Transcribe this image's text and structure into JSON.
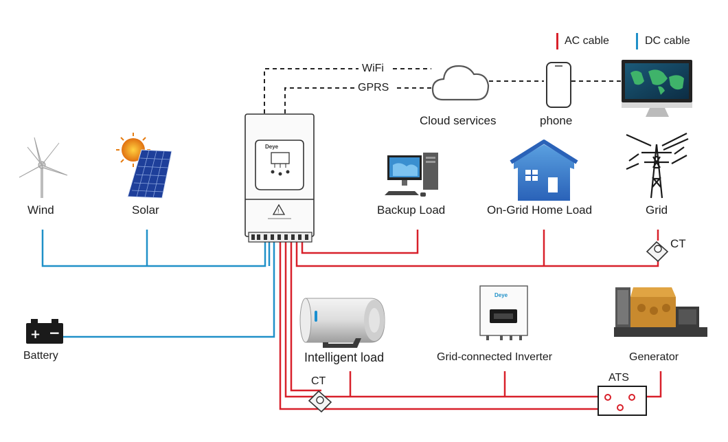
{
  "legend": {
    "ac": "AC cable",
    "dc": "DC cable",
    "ac_color": "#d8202a",
    "dc_color": "#1f90c8"
  },
  "links": {
    "wifi": "WiFi",
    "gprs": "GPRS"
  },
  "components": {
    "wind": "Wind",
    "solar": "Solar",
    "battery": "Battery",
    "cloud": "Cloud services",
    "phone": "phone",
    "backup_load": "Backup Load",
    "home_load": "On-Grid Home Load",
    "grid": "Grid",
    "ct_grid": "CT",
    "intelligent_load": "Intelligent load",
    "grid_inverter": "Grid-connected Inverter",
    "generator": "Generator",
    "ct_bottom": "CT",
    "ats": "ATS"
  },
  "inverter": {
    "brand": "Deye"
  },
  "grid_inverter_device": {
    "brand": "Deye"
  }
}
